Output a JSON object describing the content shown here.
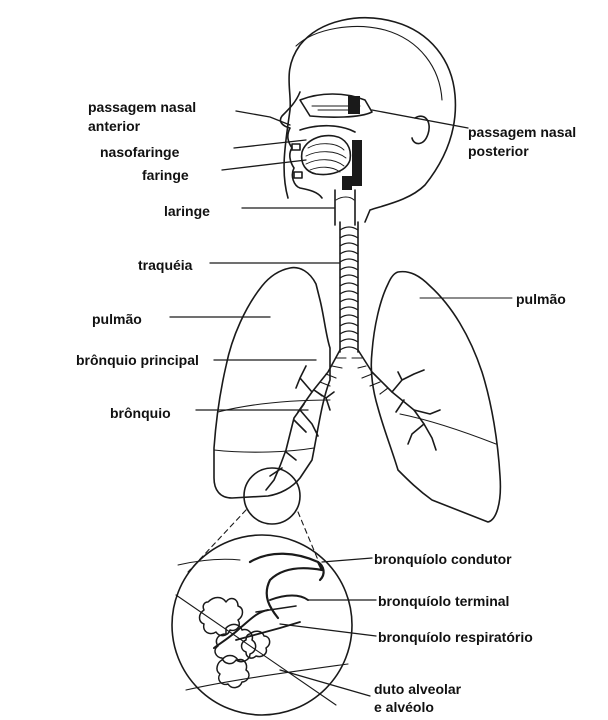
{
  "figure": {
    "ink_color": "#1a1a1a",
    "paper_color": "#ffffff"
  },
  "labels": {
    "passagem_nasal_anterior_l1": "passagem nasal",
    "passagem_nasal_anterior_l2": "anterior",
    "nasofaringe": "nasofaringe",
    "faringe": "faringe",
    "laringe": "laringe",
    "traqueia": "traquéia",
    "pulmao_esquerdo": "pulmão",
    "bronquio_principal": "brônquio principal",
    "bronquio": "brônquio",
    "passagem_nasal_posterior_l1": "passagem nasal",
    "passagem_nasal_posterior_l2": "posterior",
    "pulmao_direito": "pulmão",
    "bronquiolo_condutor": "bronquíolo condutor",
    "bronquiolo_terminal": "bronquíolo terminal",
    "bronquiolo_respiratorio": "bronquíolo respiratório",
    "duto_alveolar_l1": "duto alveolar",
    "duto_alveolar_l2": "e alvéolo"
  }
}
